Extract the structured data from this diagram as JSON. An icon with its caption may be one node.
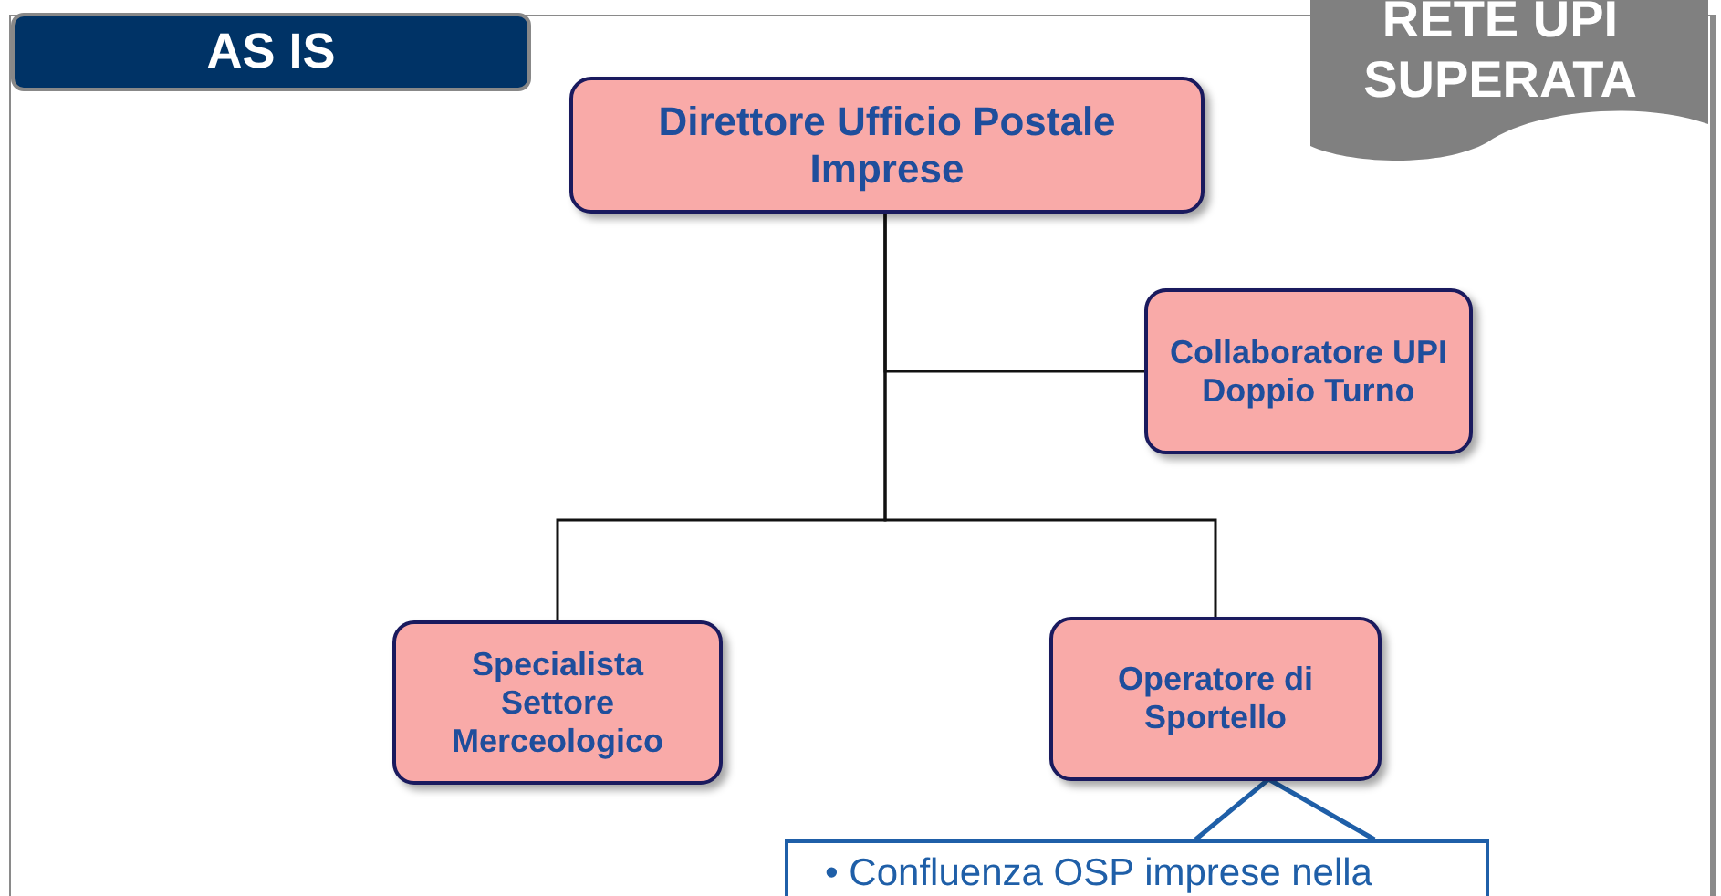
{
  "diagram": {
    "title": "AS IS",
    "nodes": [
      {
        "text": [
          "Direttore Ufficio Postale Imprese"
        ]
      },
      {
        "text": [
          "Collaboratore UPI Doppio Turno"
        ]
      },
      {
        "text": [
          "Specialista Settore Merceologico"
        ]
      },
      {
        "text": [
          "Operatore di Sportello"
        ]
      },
      {
        "text": [
          "• Confluenza OSP imprese nella"
        ]
      }
    ],
    "edges": [
      {
        "from": 0,
        "to": 1,
        "arrow": "none"
      },
      {
        "from": 0,
        "to": 2,
        "arrow": "none"
      },
      {
        "from": 0,
        "to": 3,
        "arrow": "none"
      },
      {
        "from": 4,
        "to": 3,
        "arrow": "none",
        "color": "#1f5fa8"
      }
    ],
    "labels": [
      "RETE UPI SUPERATA"
    ]
  }
}
